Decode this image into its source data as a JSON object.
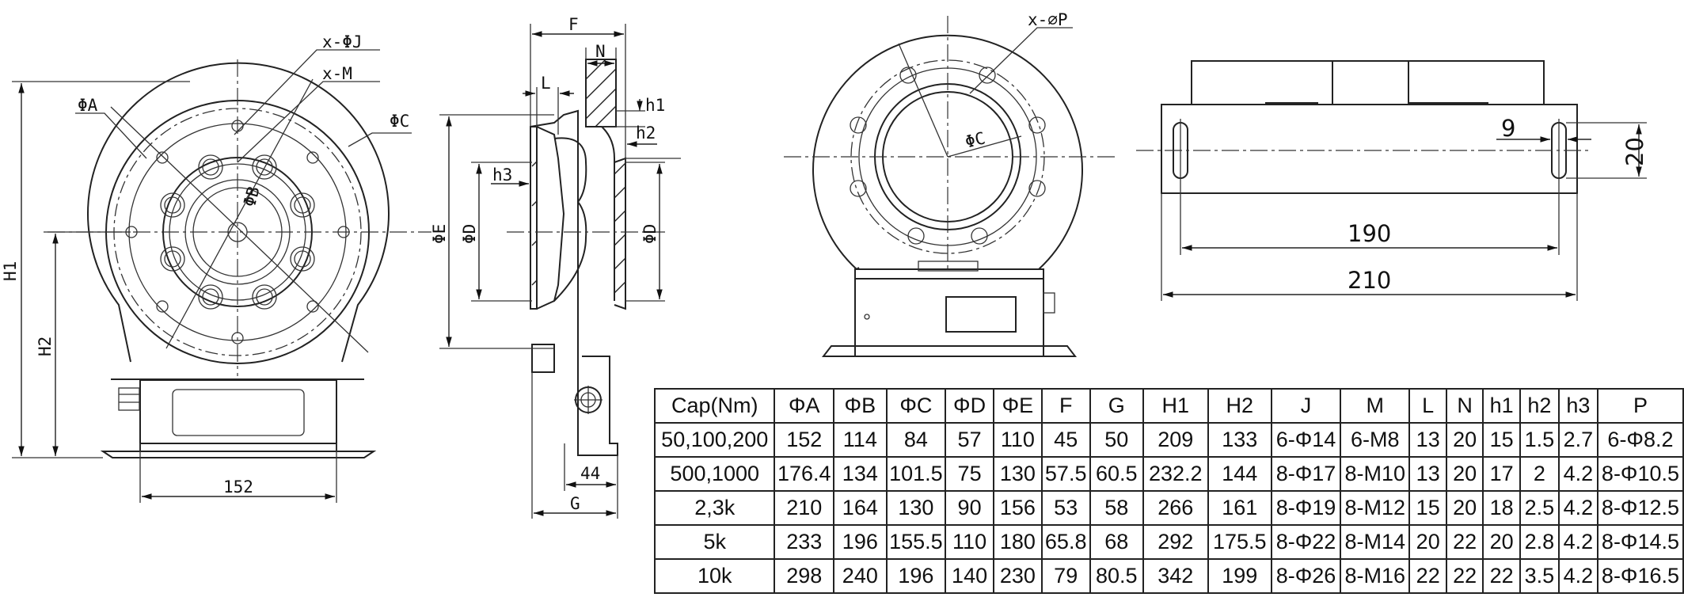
{
  "labels": {
    "x_phi_j": "x-ΦJ",
    "x_m": "x-M",
    "phi_a": "ΦA",
    "phi_c_front": "ΦC",
    "phi_b": "ΦB",
    "h1": "H1",
    "h2": "H2",
    "width_152": "152",
    "f": "F",
    "n": "N",
    "l": "L",
    "h1_small": "h1",
    "h2_small": "h2",
    "h3": "h3",
    "phi_e": "ΦE",
    "phi_d_left": "ΦD",
    "phi_d_right": "ΦD",
    "dim_44": "44",
    "g": "G",
    "x_phi_p": "x-⌀P",
    "phi_c_rear": "ΦC",
    "dim_9": "9",
    "dim_20": "20",
    "dim_190": "190",
    "dim_210": "210"
  },
  "table": {
    "headers": [
      "Cap(Nm)",
      "ΦA",
      "ΦB",
      "ΦC",
      "ΦD",
      "ΦE",
      "F",
      "G",
      "H1",
      "H2",
      "J",
      "M",
      "L",
      "N",
      "h1",
      "h2",
      "h3",
      "P"
    ],
    "rows": [
      [
        "50,100,200",
        "152",
        "114",
        "84",
        "57",
        "110",
        "45",
        "50",
        "209",
        "133",
        "6-Φ14",
        "6-M8",
        "13",
        "20",
        "15",
        "1.5",
        "2.7",
        "6-Φ8.2"
      ],
      [
        "500,1000",
        "176.4",
        "134",
        "101.5",
        "75",
        "130",
        "57.5",
        "60.5",
        "232.2",
        "144",
        "8-Φ17",
        "8-M10",
        "13",
        "20",
        "17",
        "2",
        "4.2",
        "8-Φ10.5"
      ],
      [
        "2,3k",
        "210",
        "164",
        "130",
        "90",
        "156",
        "53",
        "58",
        "266",
        "161",
        "8-Φ19",
        "8-M12",
        "15",
        "20",
        "18",
        "2.5",
        "4.2",
        "8-Φ12.5"
      ],
      [
        "5k",
        "233",
        "196",
        "155.5",
        "110",
        "180",
        "65.8",
        "68",
        "292",
        "175.5",
        "8-Φ22",
        "8-M14",
        "20",
        "22",
        "20",
        "2.8",
        "4.2",
        "8-Φ14.5"
      ],
      [
        "10k",
        "298",
        "240",
        "196",
        "140",
        "230",
        "79",
        "80.5",
        "342",
        "199",
        "8-Φ26",
        "8-M16",
        "22",
        "22",
        "22",
        "3.5",
        "4.2",
        "8-Φ16.5"
      ]
    ]
  }
}
